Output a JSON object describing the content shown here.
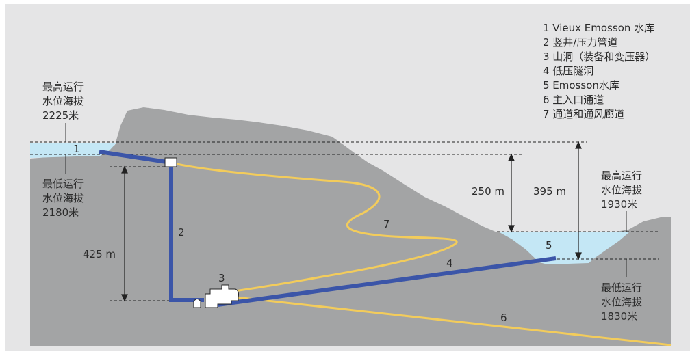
{
  "legend": [
    "1 Vieux Emosson 水库",
    "2 竖井/压力管道",
    "3 山洞（装备和变压器）",
    "4 低压隧洞",
    "5 Emosson水库",
    "6 主入口通道",
    "7 通道和通风廊道"
  ],
  "upper_reservoir": {
    "max_level": [
      "最高运行",
      "水位海拔",
      "2225米"
    ],
    "min_level": [
      "最低运行",
      "水位海拔",
      "2180米"
    ]
  },
  "lower_reservoir": {
    "max_level": [
      "最高运行",
      "水位海拔",
      "1930米"
    ],
    "min_level": [
      "最低运行",
      "水位海拔",
      "1830米"
    ]
  },
  "dimensions": {
    "head_425": "425 m",
    "head_250": "250 m",
    "head_395": "395 m"
  },
  "markers": {
    "m1": "1",
    "m2": "2",
    "m3": "3",
    "m4": "4",
    "m5": "5",
    "m6": "6",
    "m7": "7"
  },
  "colors": {
    "background_panel": "#e5e5e6",
    "rock": "#a3a4a5",
    "water": "#c4e7f5",
    "shaft_blue": "#3b55a8",
    "tunnel_yellow": "#f3cc5b"
  }
}
